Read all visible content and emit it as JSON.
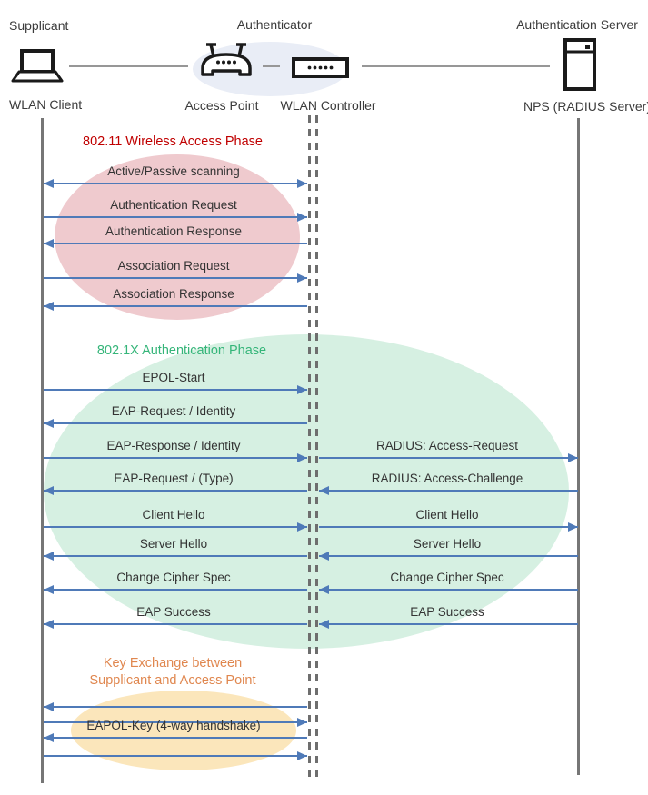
{
  "roles": {
    "supplicant": "Supplicant",
    "authenticator": "Authenticator",
    "auth_server": "Authentication Server"
  },
  "devices": {
    "wlan_client": "WLAN Client",
    "access_point": "Access Point",
    "wlan_controller": "WLAN Controller",
    "nps": "NPS (RADIUS Server)"
  },
  "colors": {
    "arrow_blue": "#4F7AB8",
    "lifeline_gray": "#767676",
    "dashed_lifeline_gray": "#6e6e6e",
    "authenticator_ellipse": "#E9EDF6",
    "red_phase_title": "#C00000",
    "red_phase_ellipse": "#EFCACE",
    "green_phase_title": "#35B579",
    "green_phase_ellipse": "#D6F0E2",
    "orange_phase_title": "#E0874F",
    "orange_phase_ellipse": "#FBE6BB"
  },
  "phases": [
    {
      "id": "80211",
      "title": "802.11 Wireless Access Phase",
      "title_color": "#C00000",
      "ellipse_color": "#EFCACE"
    },
    {
      "id": "8021x",
      "title": "802.1X Authentication Phase",
      "title_color": "#35B579",
      "ellipse_color": "#D6F0E2"
    },
    {
      "id": "keyexchange",
      "title_lines": [
        "Key Exchange between",
        "Supplicant and Access Point"
      ],
      "title_color": "#E0874F",
      "ellipse_color": "#FBE6BB"
    }
  ],
  "messages": [
    {
      "label": "Active/Passive scanning",
      "hop": "supplicant-authenticator",
      "dir": "both"
    },
    {
      "label": "Authentication Request",
      "hop": "supplicant-authenticator",
      "dir": "right"
    },
    {
      "label": "Authentication Response",
      "hop": "supplicant-authenticator",
      "dir": "left"
    },
    {
      "label": "Association Request",
      "hop": "supplicant-authenticator",
      "dir": "right"
    },
    {
      "label": "Association Response",
      "hop": "supplicant-authenticator",
      "dir": "left"
    },
    {
      "label": "EPOL-Start",
      "hop": "supplicant-authenticator",
      "dir": "right"
    },
    {
      "label": "EAP-Request / Identity",
      "hop": "supplicant-authenticator",
      "dir": "left"
    },
    {
      "label": "EAP-Response / Identity",
      "hop": "supplicant-authenticator",
      "dir": "right"
    },
    {
      "label": "RADIUS: Access-Request",
      "hop": "authenticator-server",
      "dir": "right"
    },
    {
      "label": "EAP-Request / (Type)",
      "hop": "supplicant-authenticator",
      "dir": "left"
    },
    {
      "label": "RADIUS: Access-Challenge",
      "hop": "authenticator-server",
      "dir": "left"
    },
    {
      "label": "Client Hello",
      "hop": "supplicant-authenticator",
      "dir": "right"
    },
    {
      "label": "Client Hello",
      "hop": "authenticator-server",
      "dir": "right"
    },
    {
      "label": "Server Hello",
      "hop": "supplicant-authenticator",
      "dir": "left"
    },
    {
      "label": "Server Hello",
      "hop": "authenticator-server",
      "dir": "left"
    },
    {
      "label": "Change Cipher Spec",
      "hop": "supplicant-authenticator",
      "dir": "left"
    },
    {
      "label": "Change Cipher Spec",
      "hop": "authenticator-server",
      "dir": "left"
    },
    {
      "label": "EAP Success",
      "hop": "supplicant-authenticator",
      "dir": "left"
    },
    {
      "label": "EAP Success",
      "hop": "authenticator-server",
      "dir": "left"
    },
    {
      "label": "",
      "hop": "supplicant-authenticator",
      "dir": "left"
    },
    {
      "label": "",
      "hop": "supplicant-authenticator",
      "dir": "right"
    },
    {
      "label": "EAPOL-Key (4-way handshake)",
      "hop": "supplicant-authenticator",
      "dir": "left"
    },
    {
      "label": "",
      "hop": "supplicant-authenticator",
      "dir": "right"
    }
  ]
}
